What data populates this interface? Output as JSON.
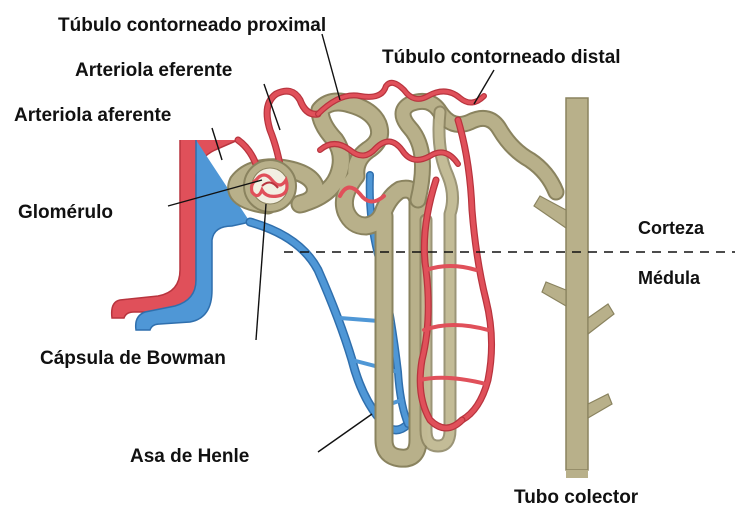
{
  "labels": {
    "proximal_tubule": "Túbulo contorneado proximal",
    "efferent_arteriole": "Arteriola eferente",
    "distal_tubule": "Túbulo contorneado distal",
    "afferent_arteriole": "Arteriola aferente",
    "glomerulus": "Glomérulo",
    "cortex": "Corteza",
    "medulla": "Médula",
    "bowman_capsule": "Cápsula de Bowman",
    "loop_of_henle": "Asa de Henle",
    "collecting_duct": "Tubo colector"
  },
  "colors": {
    "tubule": "#b8b08a",
    "tubule_shadow": "#8a835f",
    "artery": "#e0505a",
    "artery_dark": "#b8343e",
    "vein": "#4f97d6",
    "vein_dark": "#2f6fad",
    "text": "#111111"
  }
}
